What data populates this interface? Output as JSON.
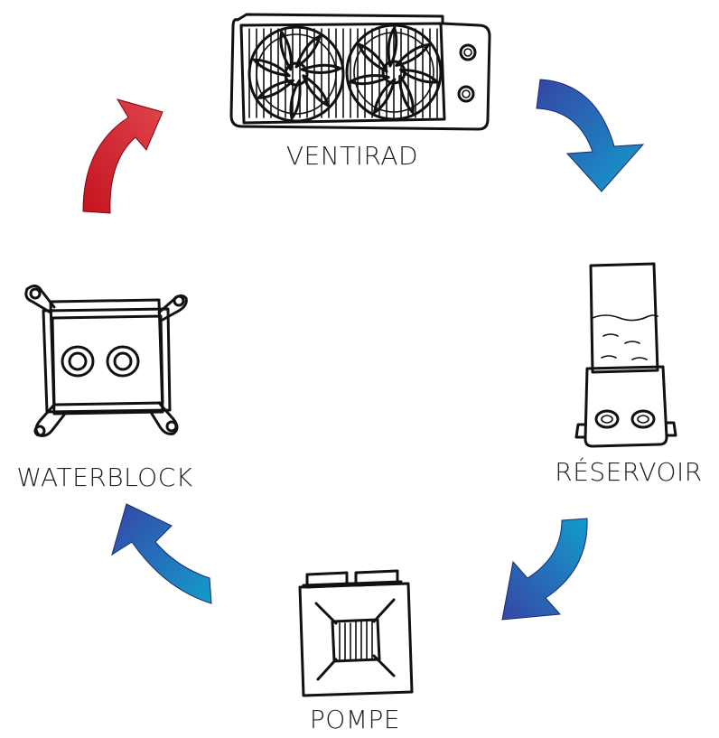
{
  "components": {
    "radiator": "VENTIRAD",
    "reservoir": "RÉSERVOIR",
    "pump": "POMPE",
    "waterblock": "WATERBLOCK"
  },
  "colors": {
    "hot": "#cc2222",
    "cold_start": "#2f4fa8",
    "cold_end": "#1598c8",
    "ink": "#111111"
  },
  "icons": [
    "radiator-icon",
    "reservoir-icon",
    "pump-icon",
    "waterblock-icon"
  ]
}
